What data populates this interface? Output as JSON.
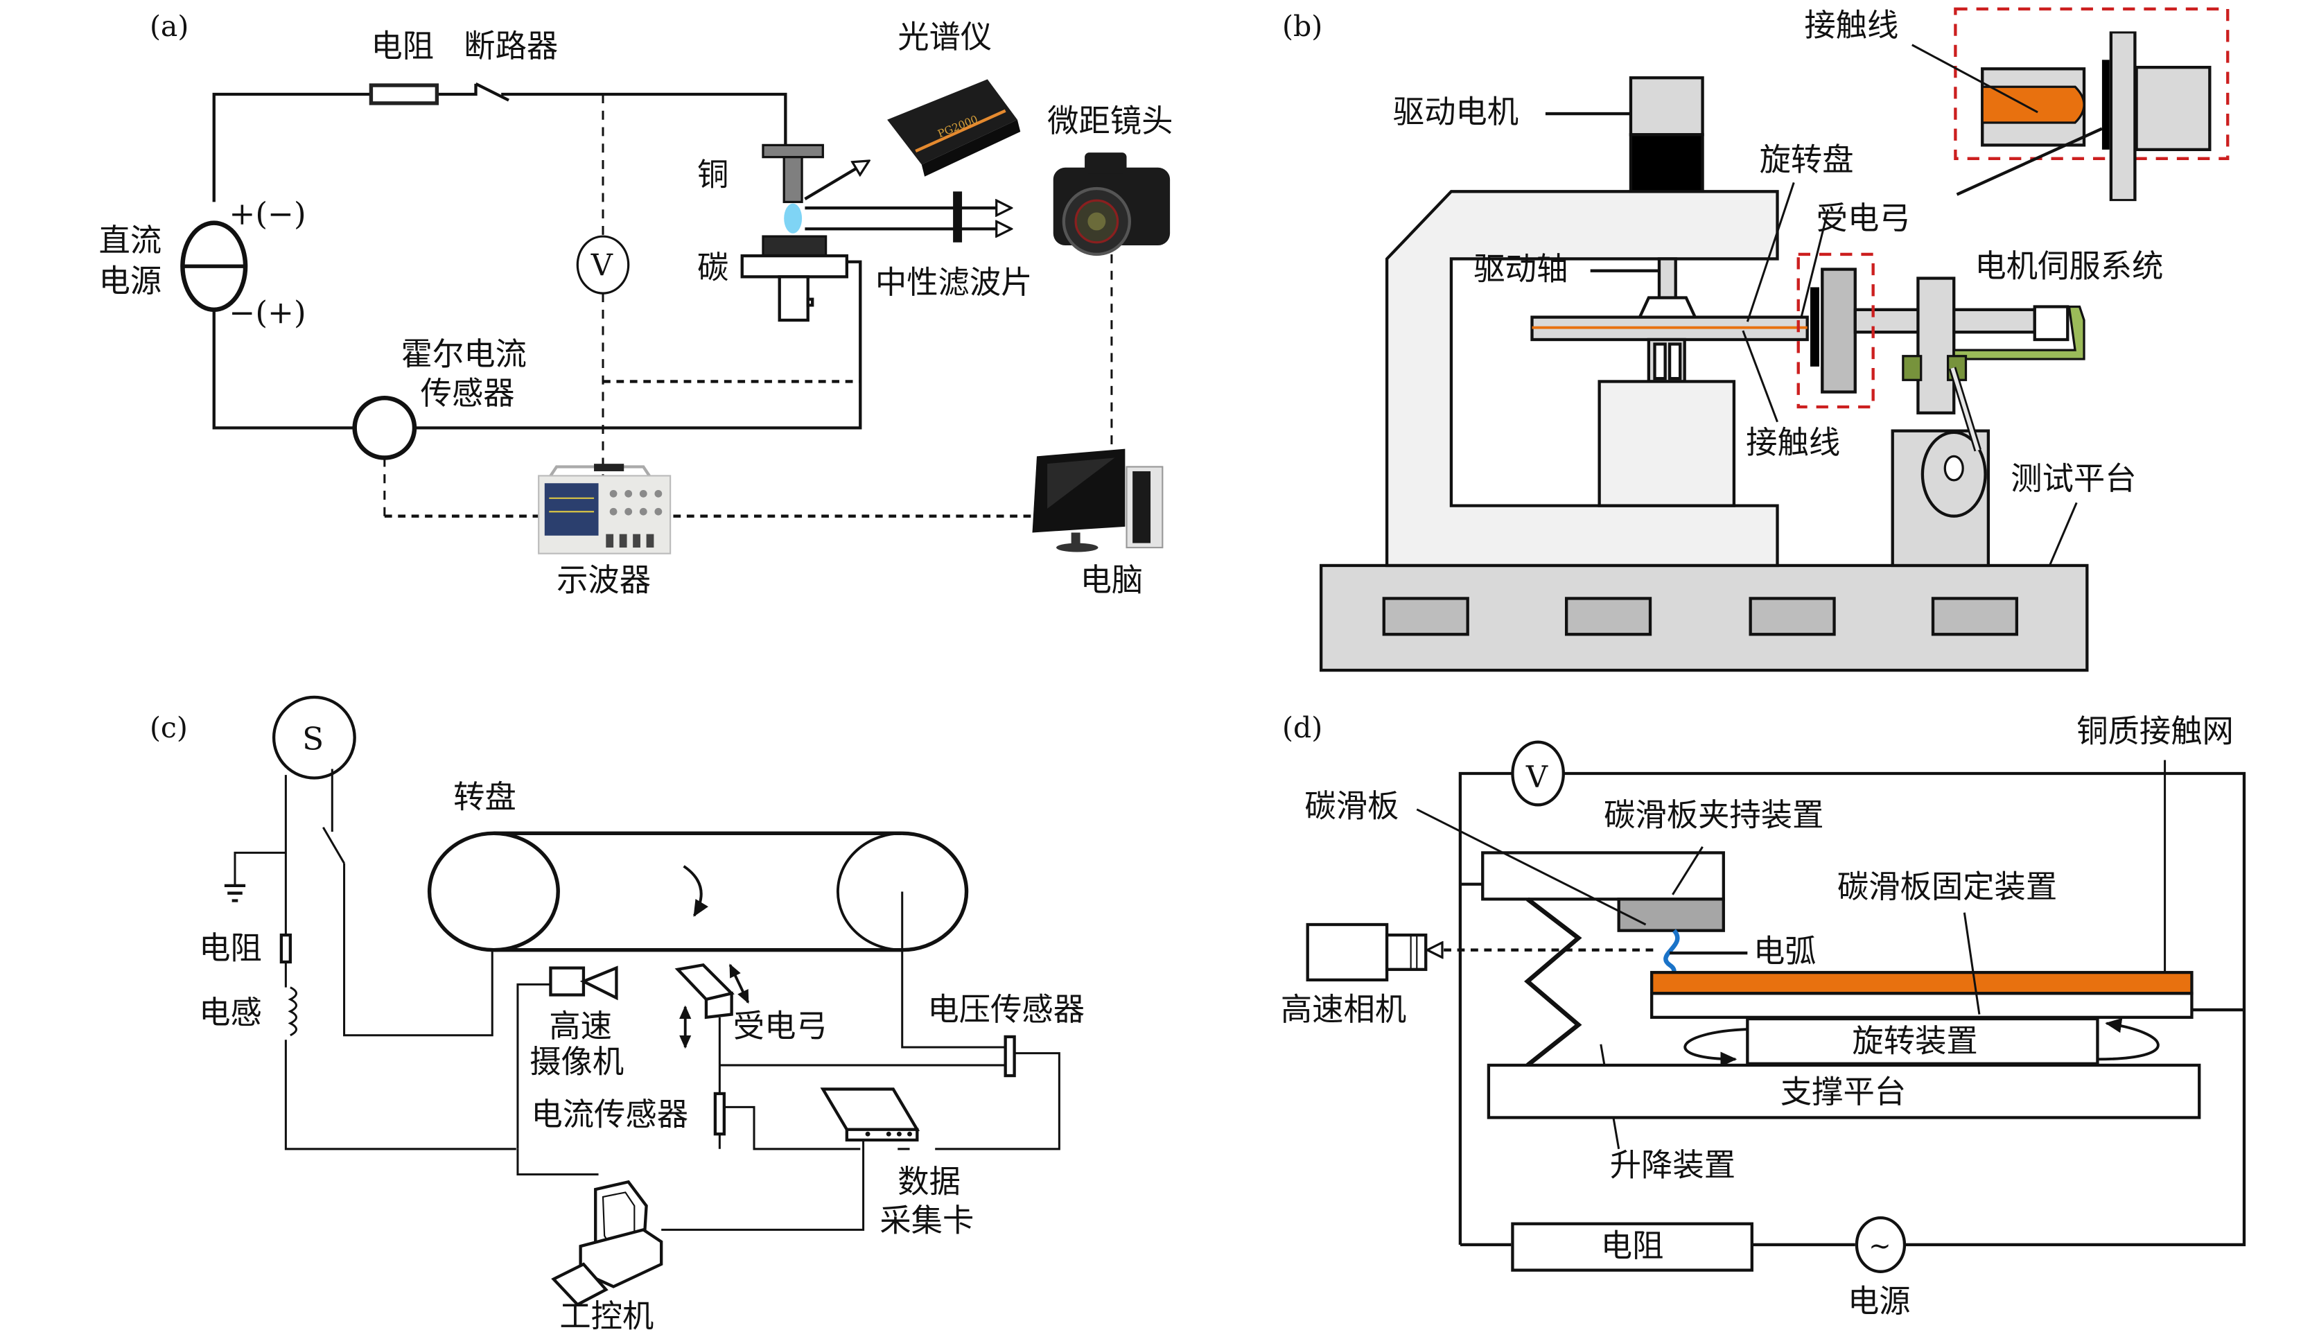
{
  "panels": {
    "a": {
      "tag": "(a)",
      "resistor": "电阻",
      "breaker": "断路器",
      "spectrometer": "光谱仪",
      "spectrometer_model": "PG2000",
      "macro_lens": "微距镜头",
      "copper": "铜",
      "carbon": "碳",
      "nd_filter": "中性滤波片",
      "dc_source_l1": "直流",
      "dc_source_l2": "电源",
      "pos_polarity": "+(−)",
      "neg_polarity": "−(+)",
      "voltmeter": "V",
      "hall_l1": "霍尔电流",
      "hall_l2": "传感器",
      "oscilloscope": "示波器",
      "computer": "电脑",
      "colors": {
        "arc": "#7fd4f5"
      }
    },
    "b": {
      "tag": "(b)",
      "contact_wire_top": "接触线",
      "drive_motor": "驱动电机",
      "rotating_disc": "旋转盘",
      "pantograph": "受电弓",
      "drive_shaft": "驱动轴",
      "servo": "电机伺服系统",
      "contact_wire_bottom": "接触线",
      "test_platform": "测试平台",
      "colors": {
        "contact_wire": "#e8710f",
        "servo": "#9bbb59",
        "highlight": "#cc1f1f"
      }
    },
    "c": {
      "tag": "(c)",
      "source": "S",
      "turntable": "转盘",
      "resistor": "电阻",
      "inductor": "电感",
      "camera_l1": "高速",
      "camera_l2": "摄像机",
      "pantograph": "受电弓",
      "voltage_sensor": "电压传感器",
      "current_sensor": "电流传感器",
      "daq_l1": "数据",
      "daq_l2": "采集卡",
      "ipc": "工控机"
    },
    "d": {
      "tag": "(d)",
      "voltmeter": "V",
      "copper_net": "铜质接触网",
      "carbon_strip": "碳滑板",
      "clamp": "碳滑板夹持装置",
      "fixture": "碳滑板固定装置",
      "arc": "电弧",
      "hs_camera": "高速相机",
      "rotator": "旋转装置",
      "support": "支撑平台",
      "lift": "升降装置",
      "resistor": "电阻",
      "ac_symbol": "~",
      "power": "电源",
      "colors": {
        "copper": "#e8710f",
        "arc": "#1a73c8",
        "strip": "#a6a6a6"
      }
    }
  }
}
